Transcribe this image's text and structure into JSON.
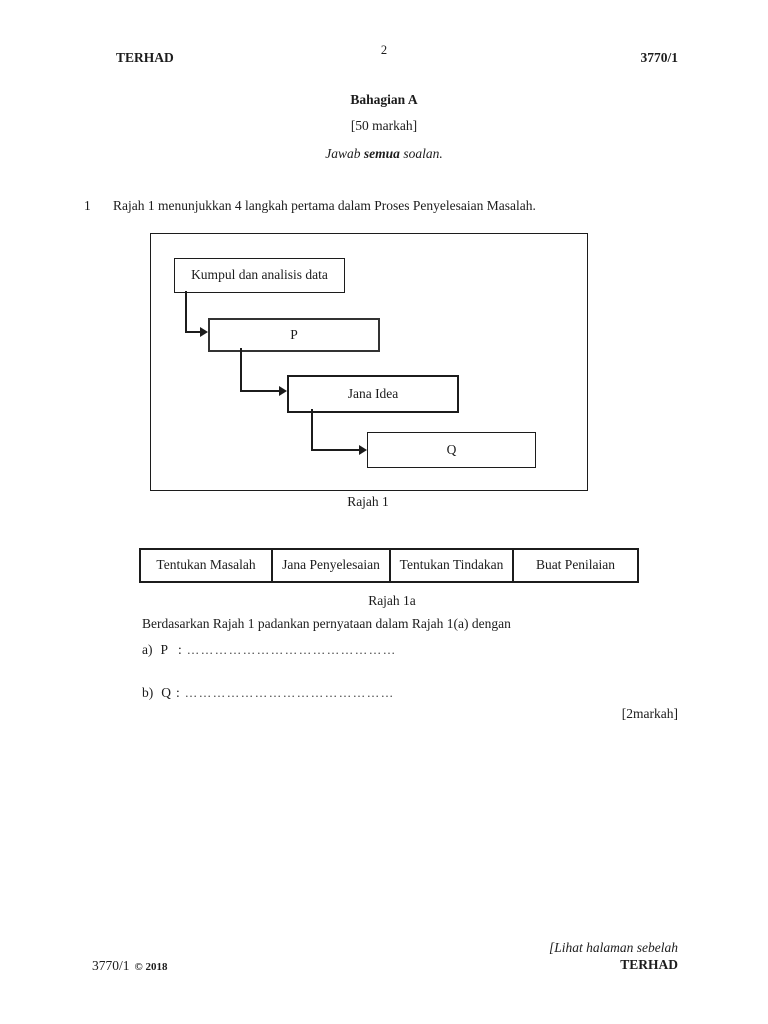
{
  "header": {
    "left": "TERHAD",
    "page_number": "2",
    "right": "3770/1"
  },
  "section": {
    "title": "Bahagian A",
    "marks": "[50 markah]",
    "instruction": {
      "pre": "Jawab ",
      "bold": "semua",
      "post": " soalan."
    }
  },
  "question": {
    "number": "1",
    "text": "Rajah 1 menunjukkan 4 langkah pertama dalam Proses Penyelesaian Masalah."
  },
  "flowchart": {
    "boxes": {
      "step1": "Kumpul dan analisis data",
      "step2": "P",
      "step3": "Jana Idea",
      "step4": "Q"
    },
    "caption": "Rajah 1"
  },
  "matching_table": {
    "cells": [
      "Tentukan Masalah",
      "Jana Penyelesaian",
      "Tentukan Tindakan",
      "Buat Penilaian"
    ],
    "caption": "Rajah 1a"
  },
  "task": {
    "instruction": "Berdasarkan Rajah 1 padankan pernyataan dalam Rajah 1(a) dengan",
    "answers": [
      {
        "prefix": "a)",
        "letter": "P",
        "colon": ":",
        "dots": "………………………………………"
      },
      {
        "prefix": "b)",
        "letter": "Q",
        "colon": ":",
        "dots": "………………………………………"
      }
    ],
    "marks": "[2markah]"
  },
  "footer": {
    "code": "3770/1",
    "copyright": "© 2018",
    "note": "[Lihat halaman sebelah",
    "terhad": "TERHAD"
  },
  "colors": {
    "ink": "#1c1c1c",
    "paper": "#ffffff"
  }
}
